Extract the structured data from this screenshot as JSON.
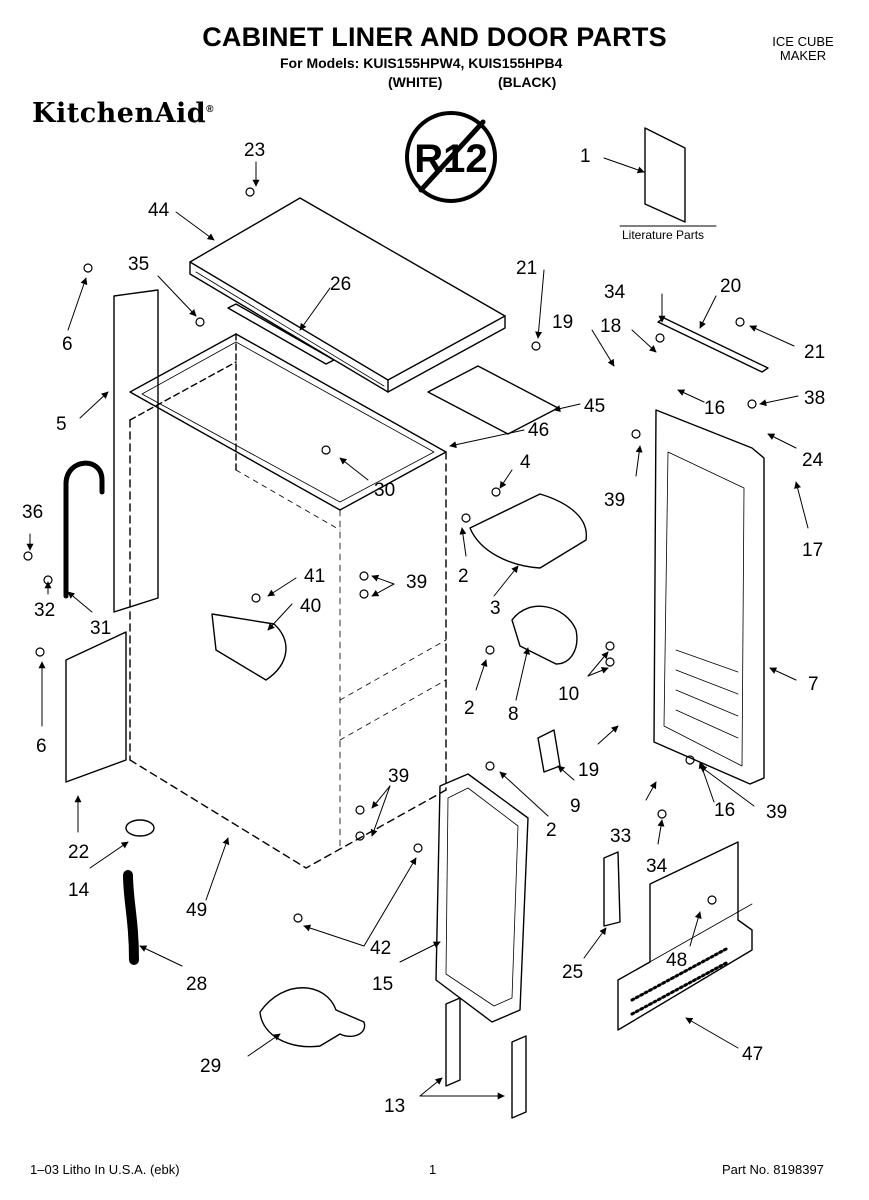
{
  "header": {
    "title": "CABINET LINER AND DOOR PARTS",
    "models": "For Models: KUIS155HPW4, KUIS155HPB4",
    "variant_white": "(WHITE)",
    "variant_black": "(BLACK)",
    "category_line1": "ICE CUBE",
    "category_line2": "MAKER",
    "brand": "KitchenAid",
    "brand_mark": "®",
    "badge": "R12"
  },
  "literature_label": "Literature Parts",
  "footer": {
    "litho": "1–03 Litho In U.S.A. (ebk)",
    "page": "1",
    "part_no": "Part No. 8198397"
  },
  "callouts": [
    {
      "id": "c1",
      "text": "1"
    },
    {
      "id": "c2a",
      "text": "2"
    },
    {
      "id": "c2b",
      "text": "2"
    },
    {
      "id": "c2c",
      "text": "2"
    },
    {
      "id": "c3",
      "text": "3"
    },
    {
      "id": "c4",
      "text": "4"
    },
    {
      "id": "c5",
      "text": "5"
    },
    {
      "id": "c6a",
      "text": "6"
    },
    {
      "id": "c6b",
      "text": "6"
    },
    {
      "id": "c7",
      "text": "7"
    },
    {
      "id": "c8",
      "text": "8"
    },
    {
      "id": "c9",
      "text": "9"
    },
    {
      "id": "c10",
      "text": "10"
    },
    {
      "id": "c13",
      "text": "13"
    },
    {
      "id": "c14",
      "text": "14"
    },
    {
      "id": "c15",
      "text": "15"
    },
    {
      "id": "c16a",
      "text": "16"
    },
    {
      "id": "c16b",
      "text": "16"
    },
    {
      "id": "c17",
      "text": "17"
    },
    {
      "id": "c18",
      "text": "18"
    },
    {
      "id": "c19a",
      "text": "19"
    },
    {
      "id": "c19b",
      "text": "19"
    },
    {
      "id": "c20",
      "text": "20"
    },
    {
      "id": "c21a",
      "text": "21"
    },
    {
      "id": "c21b",
      "text": "21"
    },
    {
      "id": "c22",
      "text": "22"
    },
    {
      "id": "c23",
      "text": "23"
    },
    {
      "id": "c24",
      "text": "24"
    },
    {
      "id": "c25",
      "text": "25"
    },
    {
      "id": "c26",
      "text": "26"
    },
    {
      "id": "c28",
      "text": "28"
    },
    {
      "id": "c29",
      "text": "29"
    },
    {
      "id": "c30",
      "text": "30"
    },
    {
      "id": "c31",
      "text": "31"
    },
    {
      "id": "c32",
      "text": "32"
    },
    {
      "id": "c33",
      "text": "33"
    },
    {
      "id": "c34a",
      "text": "34"
    },
    {
      "id": "c34b",
      "text": "34"
    },
    {
      "id": "c35",
      "text": "35"
    },
    {
      "id": "c36",
      "text": "36"
    },
    {
      "id": "c38",
      "text": "38"
    },
    {
      "id": "c39a",
      "text": "39"
    },
    {
      "id": "c39b",
      "text": "39"
    },
    {
      "id": "c39c",
      "text": "39"
    },
    {
      "id": "c39d",
      "text": "39"
    },
    {
      "id": "c40",
      "text": "40"
    },
    {
      "id": "c41",
      "text": "41"
    },
    {
      "id": "c42",
      "text": "42"
    },
    {
      "id": "c44",
      "text": "44"
    },
    {
      "id": "c45",
      "text": "45"
    },
    {
      "id": "c46",
      "text": "46"
    },
    {
      "id": "c47",
      "text": "47"
    },
    {
      "id": "c48",
      "text": "48"
    },
    {
      "id": "c49",
      "text": "49"
    }
  ]
}
